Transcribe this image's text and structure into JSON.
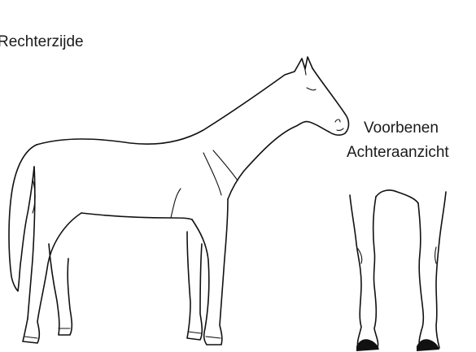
{
  "labels": {
    "side": "Rechterzijde",
    "front_legs": "Voorbenen",
    "rear_view": "Achteraanzicht"
  },
  "colors": {
    "ink": "#111111",
    "background": "#ffffff"
  }
}
